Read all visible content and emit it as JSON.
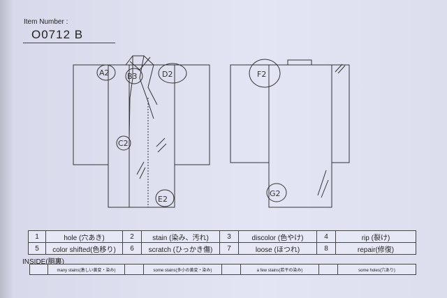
{
  "header": {
    "item_number_label": "Item Number :",
    "item_number": "O0712  B"
  },
  "annotations": {
    "front": [
      "A2",
      "B3",
      "D2",
      "C2",
      "E2"
    ],
    "back": [
      "F2",
      "G2"
    ]
  },
  "legend": [
    [
      {
        "n": "1",
        "t": "hole (穴あき)"
      },
      {
        "n": "2",
        "t": "stain (染み、汚れ)"
      },
      {
        "n": "3",
        "t": "discolor (色やけ)"
      },
      {
        "n": "4",
        "t": "rip (裂け)"
      }
    ],
    [
      {
        "n": "5",
        "t": "color shifted(色移り)"
      },
      {
        "n": "6",
        "t": "scratch (ひっかき傷)"
      },
      {
        "n": "7",
        "t": "loose (ほつれ)"
      },
      {
        "n": "8",
        "t": "repair(修復)"
      }
    ]
  ],
  "inside": {
    "title": "INSIDE(胴裏)",
    "items": [
      "many stains(激しい黄変・染み)",
      "some stains(多小の黄変・染み)",
      "a few stains(若干の染み)",
      "some holes(穴あり)"
    ]
  }
}
